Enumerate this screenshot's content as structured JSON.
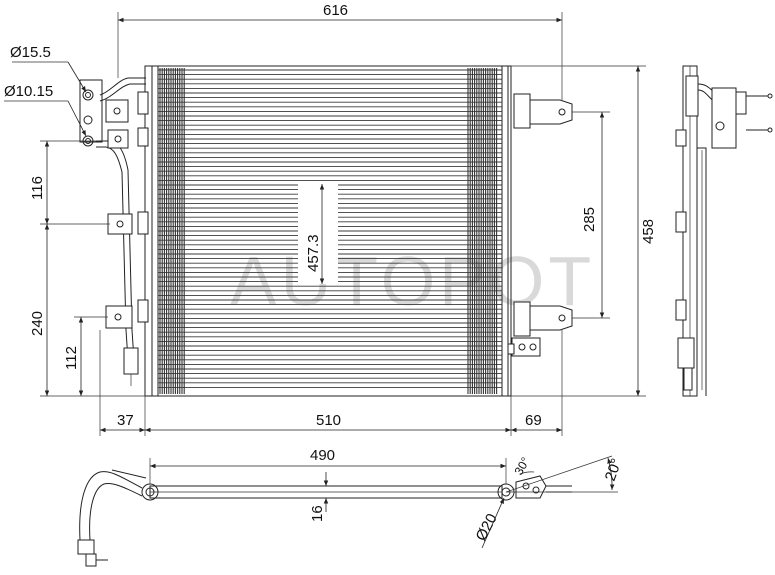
{
  "watermark": "AUTOPOT",
  "dimensions": {
    "overall_width": "616",
    "core_width": "510",
    "left_offset": "37",
    "right_offset": "69",
    "core_height": "457.3",
    "overall_height": "458",
    "bracket_spacing": "285",
    "left_116": "116",
    "left_240": "240",
    "left_112": "112",
    "pipe_diameter_1": "Ø15.5",
    "pipe_diameter_2": "Ø10.15",
    "bottom_width": "490",
    "bottom_thickness": "16",
    "bottom_diameter": "Ø20",
    "bottom_angle_1": "20°",
    "bottom_angle_2": "30°"
  }
}
